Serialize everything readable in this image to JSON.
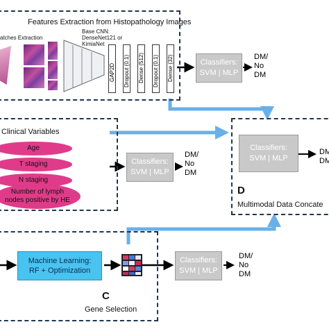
{
  "panel_a": {
    "title": "Features Extraction from Histopathology Images",
    "patches_label": "atches Extraction",
    "cnn_label": "Base CNN:\nDenseNet121 or\nKimiaNet",
    "layers": [
      "GAP2D",
      "Dropout (0.1)",
      "Dense (512)",
      "Dropout (0.1)",
      "Dense (32)"
    ],
    "classifier": {
      "line1": "Classifiers:",
      "line2": "SVM | MLP"
    },
    "output": "DM/\nNo\nDM"
  },
  "panel_b": {
    "title": "Clinical Variables",
    "variables": [
      "Age",
      "T staging",
      "N staging",
      "Number of lymph nodes positive by HE"
    ],
    "classifier": {
      "line1": "Classifiers:",
      "line2": "SVM | MLP"
    },
    "output": "DM/\nNo\nDM"
  },
  "panel_c": {
    "ml_box": {
      "line1": "Machine Learning:",
      "line2": "RF + Optimization"
    },
    "letter": "C",
    "caption": "Gene Selection",
    "classifier": {
      "line1": "Classifiers:",
      "line2": "SVM | MLP"
    },
    "output": "DM/\nNo\nDM"
  },
  "panel_d": {
    "letter": "D",
    "caption": "Multimodal Data Concate",
    "classifier": {
      "line1": "Classifiers:",
      "line2": "SVM | MLP"
    },
    "output": "DM\nDM"
  },
  "colors": {
    "accent_blue": "#6ab0e8",
    "pink": "#e03b8a",
    "ml_blue": "#49c3ef",
    "gray_box": "#c9c9c9",
    "border": "#1f3550"
  }
}
